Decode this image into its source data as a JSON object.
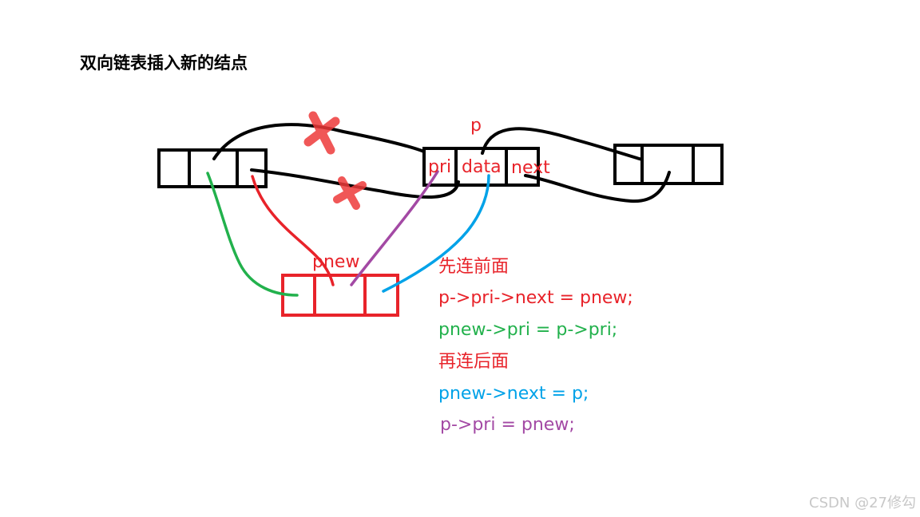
{
  "title": "双向链表插入新的结点",
  "labels": {
    "p": "p",
    "pri": "pri",
    "data": "data",
    "next": "next",
    "pnew": "pnew"
  },
  "code_lines": [
    {
      "text": "先连前面",
      "color": "#e8232a"
    },
    {
      "text": "p->pri->next = pnew;",
      "color": "#e8232a"
    },
    {
      "text": "pnew->pri = p->pri;",
      "color": "#22b14c"
    },
    {
      "text": "再连后面",
      "color": "#e8232a"
    },
    {
      "text": "pnew->next = p;",
      "color": "#00a2e8"
    },
    {
      "text": "p->pri = pnew;",
      "color": "#a349a4"
    }
  ],
  "watermark": "CSDN @27修勾",
  "colors": {
    "black": "#000000",
    "red": "#e8232a",
    "green": "#22b14c",
    "blue": "#00a2e8",
    "purple": "#a349a4",
    "cross": "#ee3a3a"
  }
}
